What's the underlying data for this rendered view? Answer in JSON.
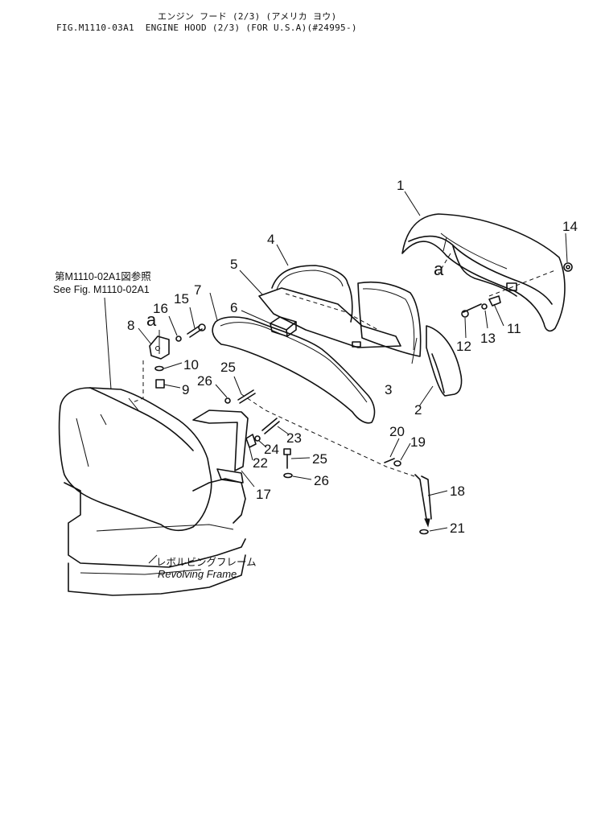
{
  "header": {
    "title_jp": "エンジン フード (2/3) (アメリカ ヨウ)",
    "title_en": "FIG.M1110-03A1  ENGINE HOOD (2/3) (FOR U.S.A)(#24995-)"
  },
  "notes": {
    "see_fig_jp": "第M1110-02A1図参照",
    "see_fig_en": "See Fig. M1110-02A1",
    "frame_jp": "レボルビングフレーム",
    "frame_en": "Revolving Frame"
  },
  "callouts": [
    {
      "id": "c1",
      "label": "1"
    },
    {
      "id": "c2",
      "label": "2"
    },
    {
      "id": "c3",
      "label": "3"
    },
    {
      "id": "c4",
      "label": "4"
    },
    {
      "id": "c5",
      "label": "5"
    },
    {
      "id": "c6",
      "label": "6"
    },
    {
      "id": "c7",
      "label": "7"
    },
    {
      "id": "c8",
      "label": "8"
    },
    {
      "id": "c9",
      "label": "9"
    },
    {
      "id": "c10",
      "label": "10"
    },
    {
      "id": "c11",
      "label": "11"
    },
    {
      "id": "c12",
      "label": "12"
    },
    {
      "id": "c13",
      "label": "13"
    },
    {
      "id": "c14",
      "label": "14"
    },
    {
      "id": "c15",
      "label": "15"
    },
    {
      "id": "c16",
      "label": "16"
    },
    {
      "id": "c17",
      "label": "17"
    },
    {
      "id": "c18",
      "label": "18"
    },
    {
      "id": "c19",
      "label": "19"
    },
    {
      "id": "c20",
      "label": "20"
    },
    {
      "id": "c21",
      "label": "21"
    },
    {
      "id": "c22",
      "label": "22"
    },
    {
      "id": "c23",
      "label": "23"
    },
    {
      "id": "c24",
      "label": "24"
    },
    {
      "id": "c25a",
      "label": "25"
    },
    {
      "id": "c25b",
      "label": "25"
    },
    {
      "id": "c26a",
      "label": "26"
    },
    {
      "id": "c26b",
      "label": "26"
    }
  ],
  "ref_marks": [
    {
      "id": "a1",
      "label": "a"
    },
    {
      "id": "a2",
      "label": "a"
    }
  ]
}
